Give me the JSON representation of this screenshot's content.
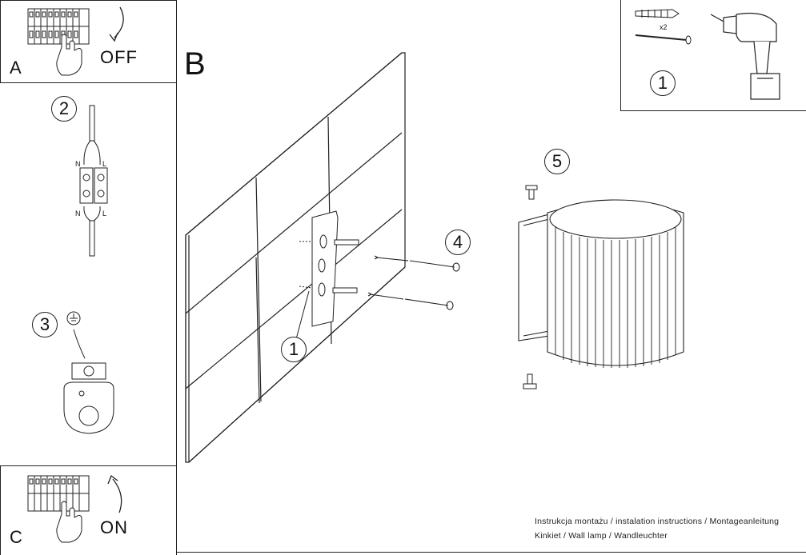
{
  "steps": {
    "a_letter": "A",
    "a_state": "OFF",
    "b_letter": "B",
    "c_letter": "C",
    "c_state": "ON",
    "n1": "1",
    "n2": "2",
    "n3": "3",
    "n4": "4",
    "n5": "5",
    "n1_wall": "1",
    "drill_qty": "x2"
  },
  "terminal": {
    "n_top": "N",
    "l_top": "L",
    "n_bottom": "N",
    "l_bottom": "L"
  },
  "footer": {
    "line1": "Instrukcja montażu / instalation instructions / Montageanleitung",
    "line2": "Kinkiet / Wall lamp / Wandleuchter"
  }
}
